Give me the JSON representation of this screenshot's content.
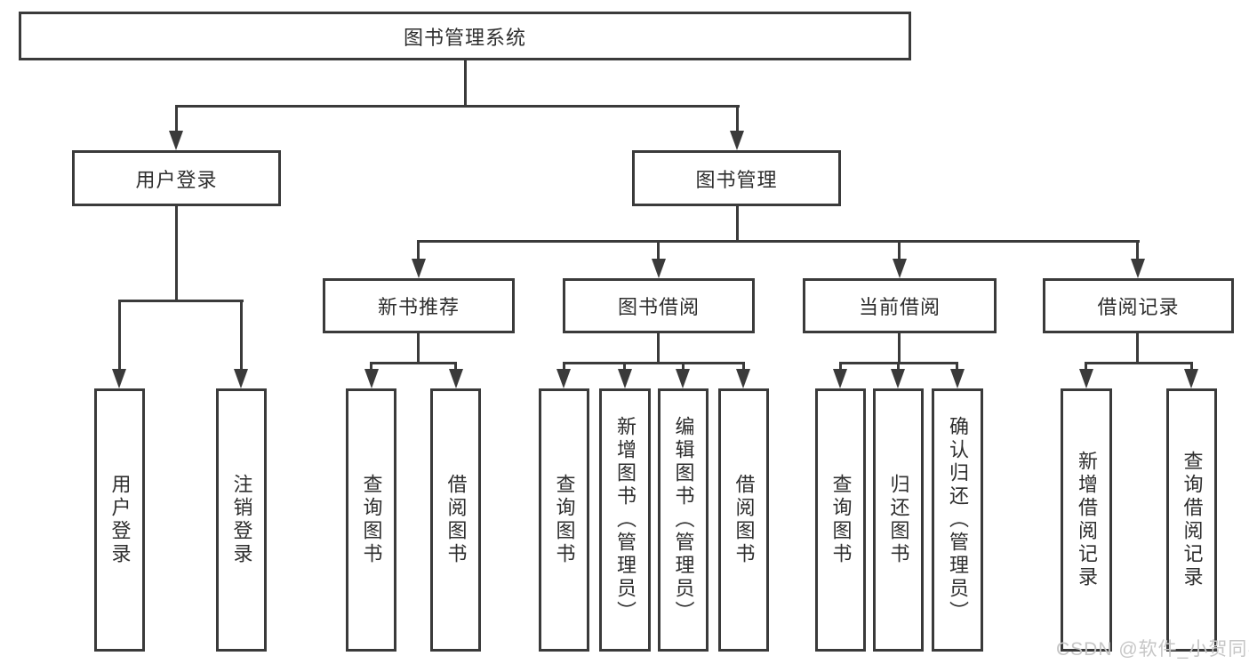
{
  "diagram_type": "hierarchy-tree",
  "colors": {
    "background": "#FFFFFF",
    "line": "#3A3A3A",
    "box_border": "#3A3A3A",
    "text": "#2E2E2E",
    "watermark_text_color": "#C6C6C6"
  },
  "tree": {
    "label": "图书管理系统",
    "children": [
      {
        "label": "用户登录",
        "children": [
          {
            "label": "用户登录"
          },
          {
            "label": "注销登录"
          }
        ]
      },
      {
        "label": "图书管理",
        "children": [
          {
            "label": "新书推荐",
            "children": [
              {
                "label": "查询图书"
              },
              {
                "label": "借阅图书"
              }
            ]
          },
          {
            "label": "图书借阅",
            "children": [
              {
                "label": "查询图书"
              },
              {
                "label": "新增图书（管理员）"
              },
              {
                "label": "编辑图书（管理员）"
              },
              {
                "label": "借阅图书"
              }
            ]
          },
          {
            "label": "当前借阅",
            "children": [
              {
                "label": "查询图书"
              },
              {
                "label": "归还图书"
              },
              {
                "label": "确认归还（管理员）"
              }
            ]
          },
          {
            "label": "借阅记录",
            "children": [
              {
                "label": "新增借阅记录"
              },
              {
                "label": "查询借阅记录"
              }
            ]
          }
        ]
      }
    ]
  },
  "watermark": {
    "text": "CSDN @软件_小贺同学"
  }
}
